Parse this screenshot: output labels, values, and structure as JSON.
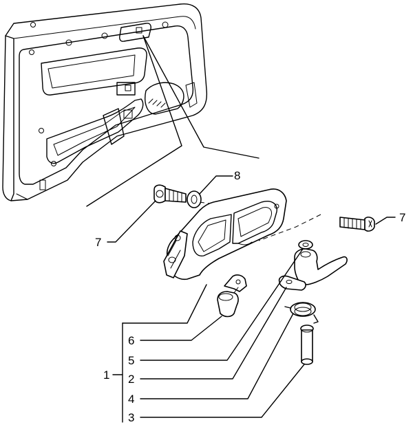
{
  "callouts": {
    "c1": "1",
    "c2": "2",
    "c3": "3",
    "c4": "4",
    "c5": "5",
    "c6": "6",
    "c7_left": "7",
    "c7_right": "7",
    "c8": "8"
  }
}
